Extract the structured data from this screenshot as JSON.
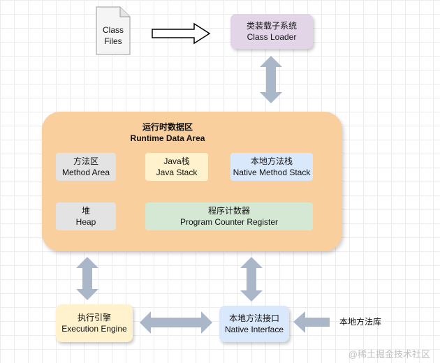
{
  "diagram": {
    "class_files": {
      "line1": "Class",
      "line2": "Files"
    },
    "class_loader": {
      "zh": "类装载子系统",
      "en": "Class Loader"
    },
    "runtime_data_area": {
      "zh": "运行时数据区",
      "en": "Runtime Data Area"
    },
    "method_area": {
      "zh": "方法区",
      "en": "Method Area"
    },
    "java_stack": {
      "zh": "Java栈",
      "en": "Java Stack"
    },
    "native_method_stack": {
      "zh": "本地方法栈",
      "en": "Native Method Stack"
    },
    "heap": {
      "zh": "堆",
      "en": "Heap"
    },
    "program_counter": {
      "zh": "程序计数器",
      "en": "Program Counter Register"
    },
    "execution_engine": {
      "zh": "执行引擎",
      "en": "Execution Engine"
    },
    "native_interface": {
      "zh": "本地方法接口",
      "en": "Native Interface"
    },
    "native_library": "本地方法库"
  },
  "watermark": "@稀土掘金技术社区",
  "colors": {
    "class_loader": "#e1d5e7",
    "runtime_area": "#f9cf9e",
    "method_area": "#e3e3e3",
    "java_stack": "#fff2cc",
    "native_method_stack": "#dae8fc",
    "heap": "#e3e3e3",
    "program_counter": "#d5e8d4",
    "execution_engine": "#fff2cc",
    "native_interface": "#dae8fc",
    "arrow_fill": "#a9b7c9"
  }
}
